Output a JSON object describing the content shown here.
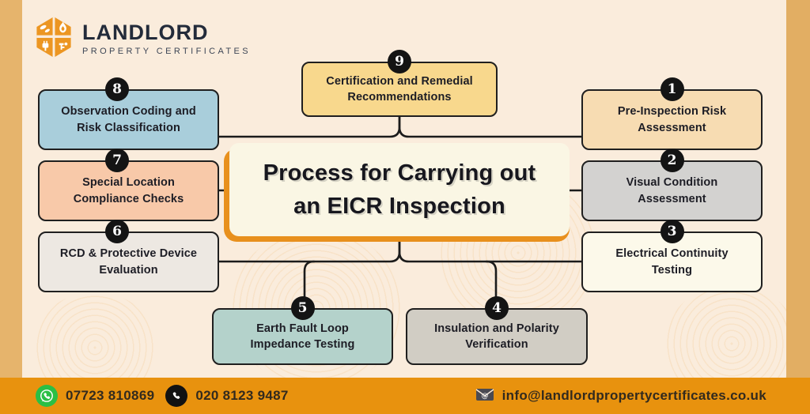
{
  "logo": {
    "line1": "LANDLORD",
    "line2": "PROPERTY CERTIFICATES",
    "icon": "hexagon-with-utility-symbols"
  },
  "title": "Process for Carrying out\nan EICR Inspection",
  "steps": [
    {
      "num": "1",
      "label": "Pre-Inspection Risk\nAssessment",
      "color": "#F7DCB2"
    },
    {
      "num": "2",
      "label": "Visual Condition\nAssessment",
      "color": "#D3D2D0"
    },
    {
      "num": "3",
      "label": "Electrical Continuity\nTesting",
      "color": "#FCF9EA"
    },
    {
      "num": "4",
      "label": "Insulation and Polarity\nVerification",
      "color": "#D1CDC4"
    },
    {
      "num": "5",
      "label": "Earth Fault Loop\nImpedance Testing",
      "color": "#B4D2CB"
    },
    {
      "num": "6",
      "label": "RCD & Protective Device\nEvaluation",
      "color": "#EDE8E2"
    },
    {
      "num": "7",
      "label": "Special Location\nCompliance Checks",
      "color": "#F8C9A9"
    },
    {
      "num": "8",
      "label": "Observation Coding and\nRisk Classification",
      "color": "#A9CEDB"
    },
    {
      "num": "9",
      "label": "Certification and Remedial\nRecommendations",
      "color": "#F8D88D"
    }
  ],
  "footer": {
    "phone1": "07723 810869",
    "phone2": "020 8123 9487",
    "email": "info@landlordpropertycertificates.co.uk",
    "email_icon_glyph": "@"
  },
  "icons": {
    "whatsapp-icon": "white-handset-in-green-circle",
    "phone-icon": "white-handset-in-black-circle",
    "email-icon": "envelope-with-at-sign",
    "logo-icon": "orange-hexagon-with-leaf-flame-plug-tap"
  },
  "colors": {
    "background": "#FAECDC",
    "side_strip_left": "#E6B46C",
    "side_strip_right": "#E2AE63",
    "footer_bar": "#E8920E",
    "accent_orange": "#E8901D",
    "badge": "#141414",
    "connector_line": "#1B1B1B",
    "box_border": "#1F1F1F",
    "title_card": "#FAF6E4",
    "whatsapp_green": "#2BBF45",
    "logo_orange": "#EC9622",
    "logo_navy": "#232B3A"
  }
}
